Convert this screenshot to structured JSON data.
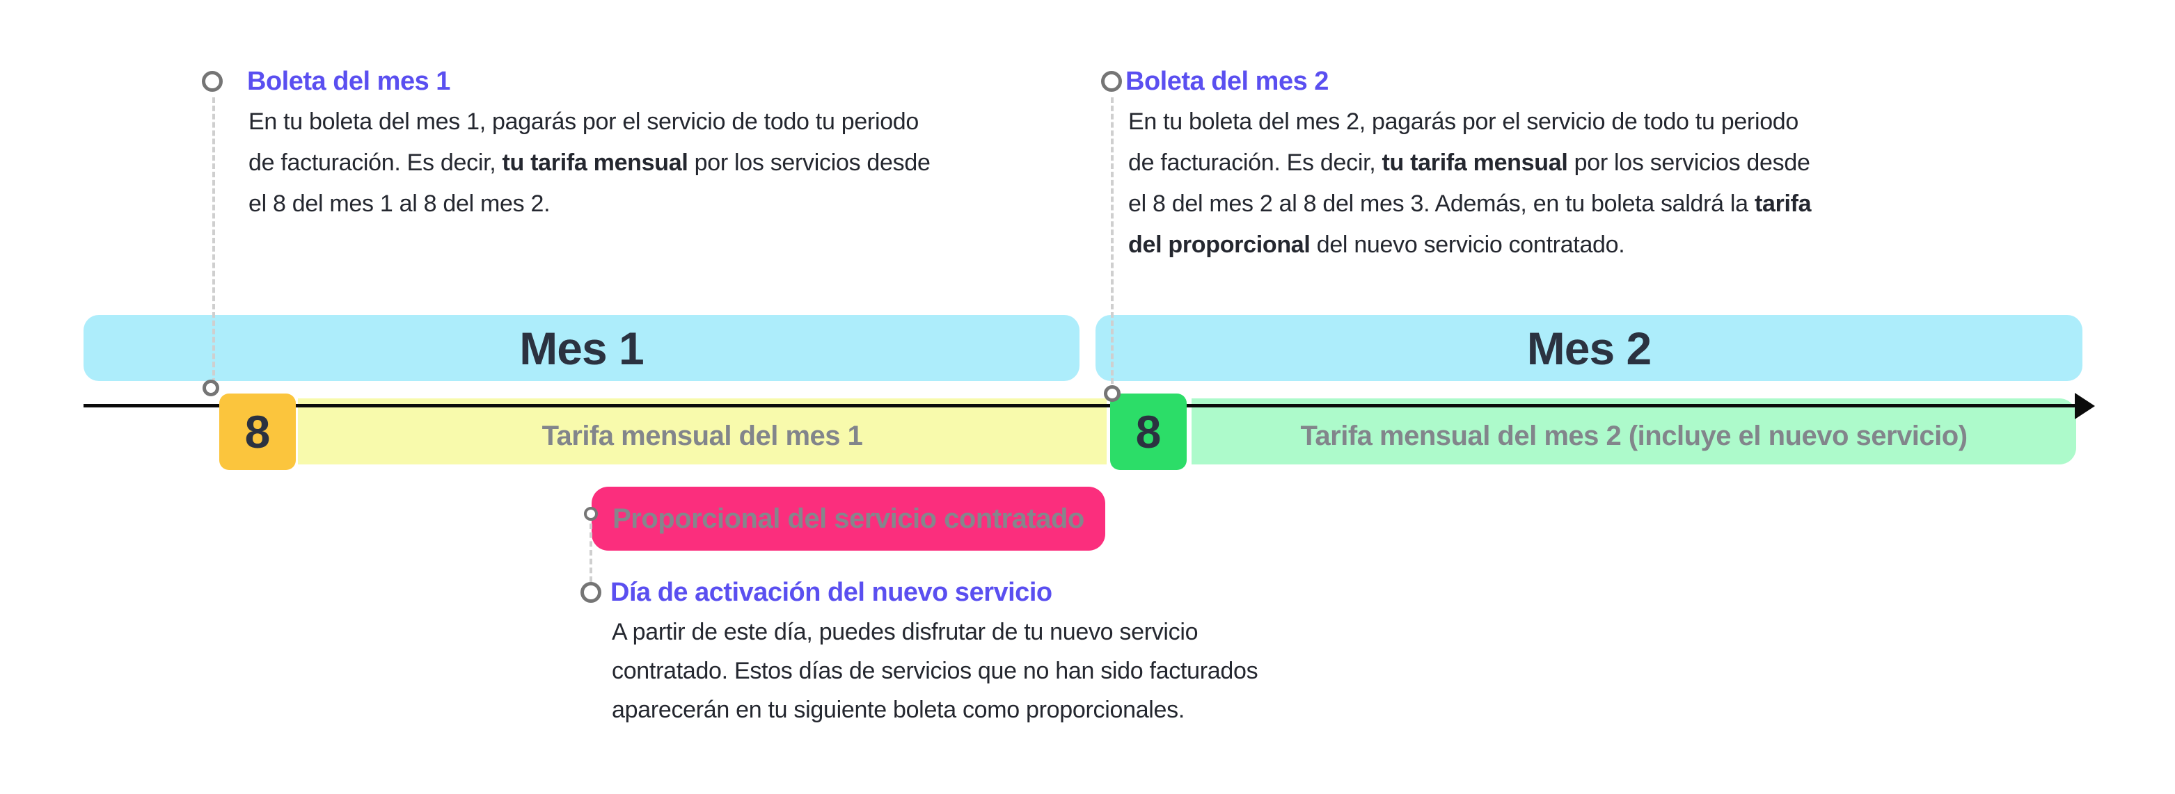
{
  "notes": {
    "boleta1": {
      "title": "Boleta del mes 1",
      "line1": "En tu boleta del mes 1, pagarás por el servicio de todo tu periodo",
      "line2_pre": "de facturación. Es decir, ",
      "line2_bold": "tu tarifa mensual",
      "line2_post": " por los servicios desde",
      "line3": "el 8 del mes 1 al 8 del mes 2."
    },
    "boleta2": {
      "title": "Boleta del mes 2",
      "line1": "En tu boleta del mes 2, pagarás por el servicio de todo tu periodo",
      "line2_pre": "de facturación. Es decir, ",
      "line2_bold": "tu tarifa mensual",
      "line2_post": " por los servicios desde",
      "line3_pre": "el 8 del mes 2 al 8 del mes 3. Además, en tu boleta saldrá la ",
      "line3_bold": "tarifa",
      "line4_bold": "del proporcional",
      "line4_post": " del nuevo servicio contratado."
    },
    "activacion": {
      "title": "Día de activación del nuevo servicio",
      "line1": "A partir de este día, puedes disfrutar de tu nuevo servicio",
      "line2": "contratado. Estos días de servicios que no han sido facturados",
      "line3": "aparecerán en tu siguiente boleta como proporcionales."
    }
  },
  "timeline": {
    "month1_label": "Mes 1",
    "month2_label": "Mes 2",
    "day1_number": "8",
    "day2_number": "8",
    "tariff1_label": "Tarifa mensual del mes 1",
    "tariff2_label": "Tarifa mensual del mes 2 (incluye el nuevo servicio)",
    "proportional_label": "Proporcional del servicio contratado"
  },
  "colors": {
    "month_bar": "#ADEDFB",
    "tariff1_bar": "#F8FAAC",
    "tariff2_bar": "#ADFACB",
    "day1_box": "#FBC53D",
    "day2_box": "#2CDD68",
    "proportional_bar": "#FB2E7D",
    "title_accent": "#5A4FF0",
    "dark_text": "#2B3240",
    "body_text": "#24272F",
    "bar_label_text": "#82858B",
    "timeline_line": "#0B0B0B",
    "dash_connector": "#CFCFCF",
    "marker_ring": "#757575"
  }
}
